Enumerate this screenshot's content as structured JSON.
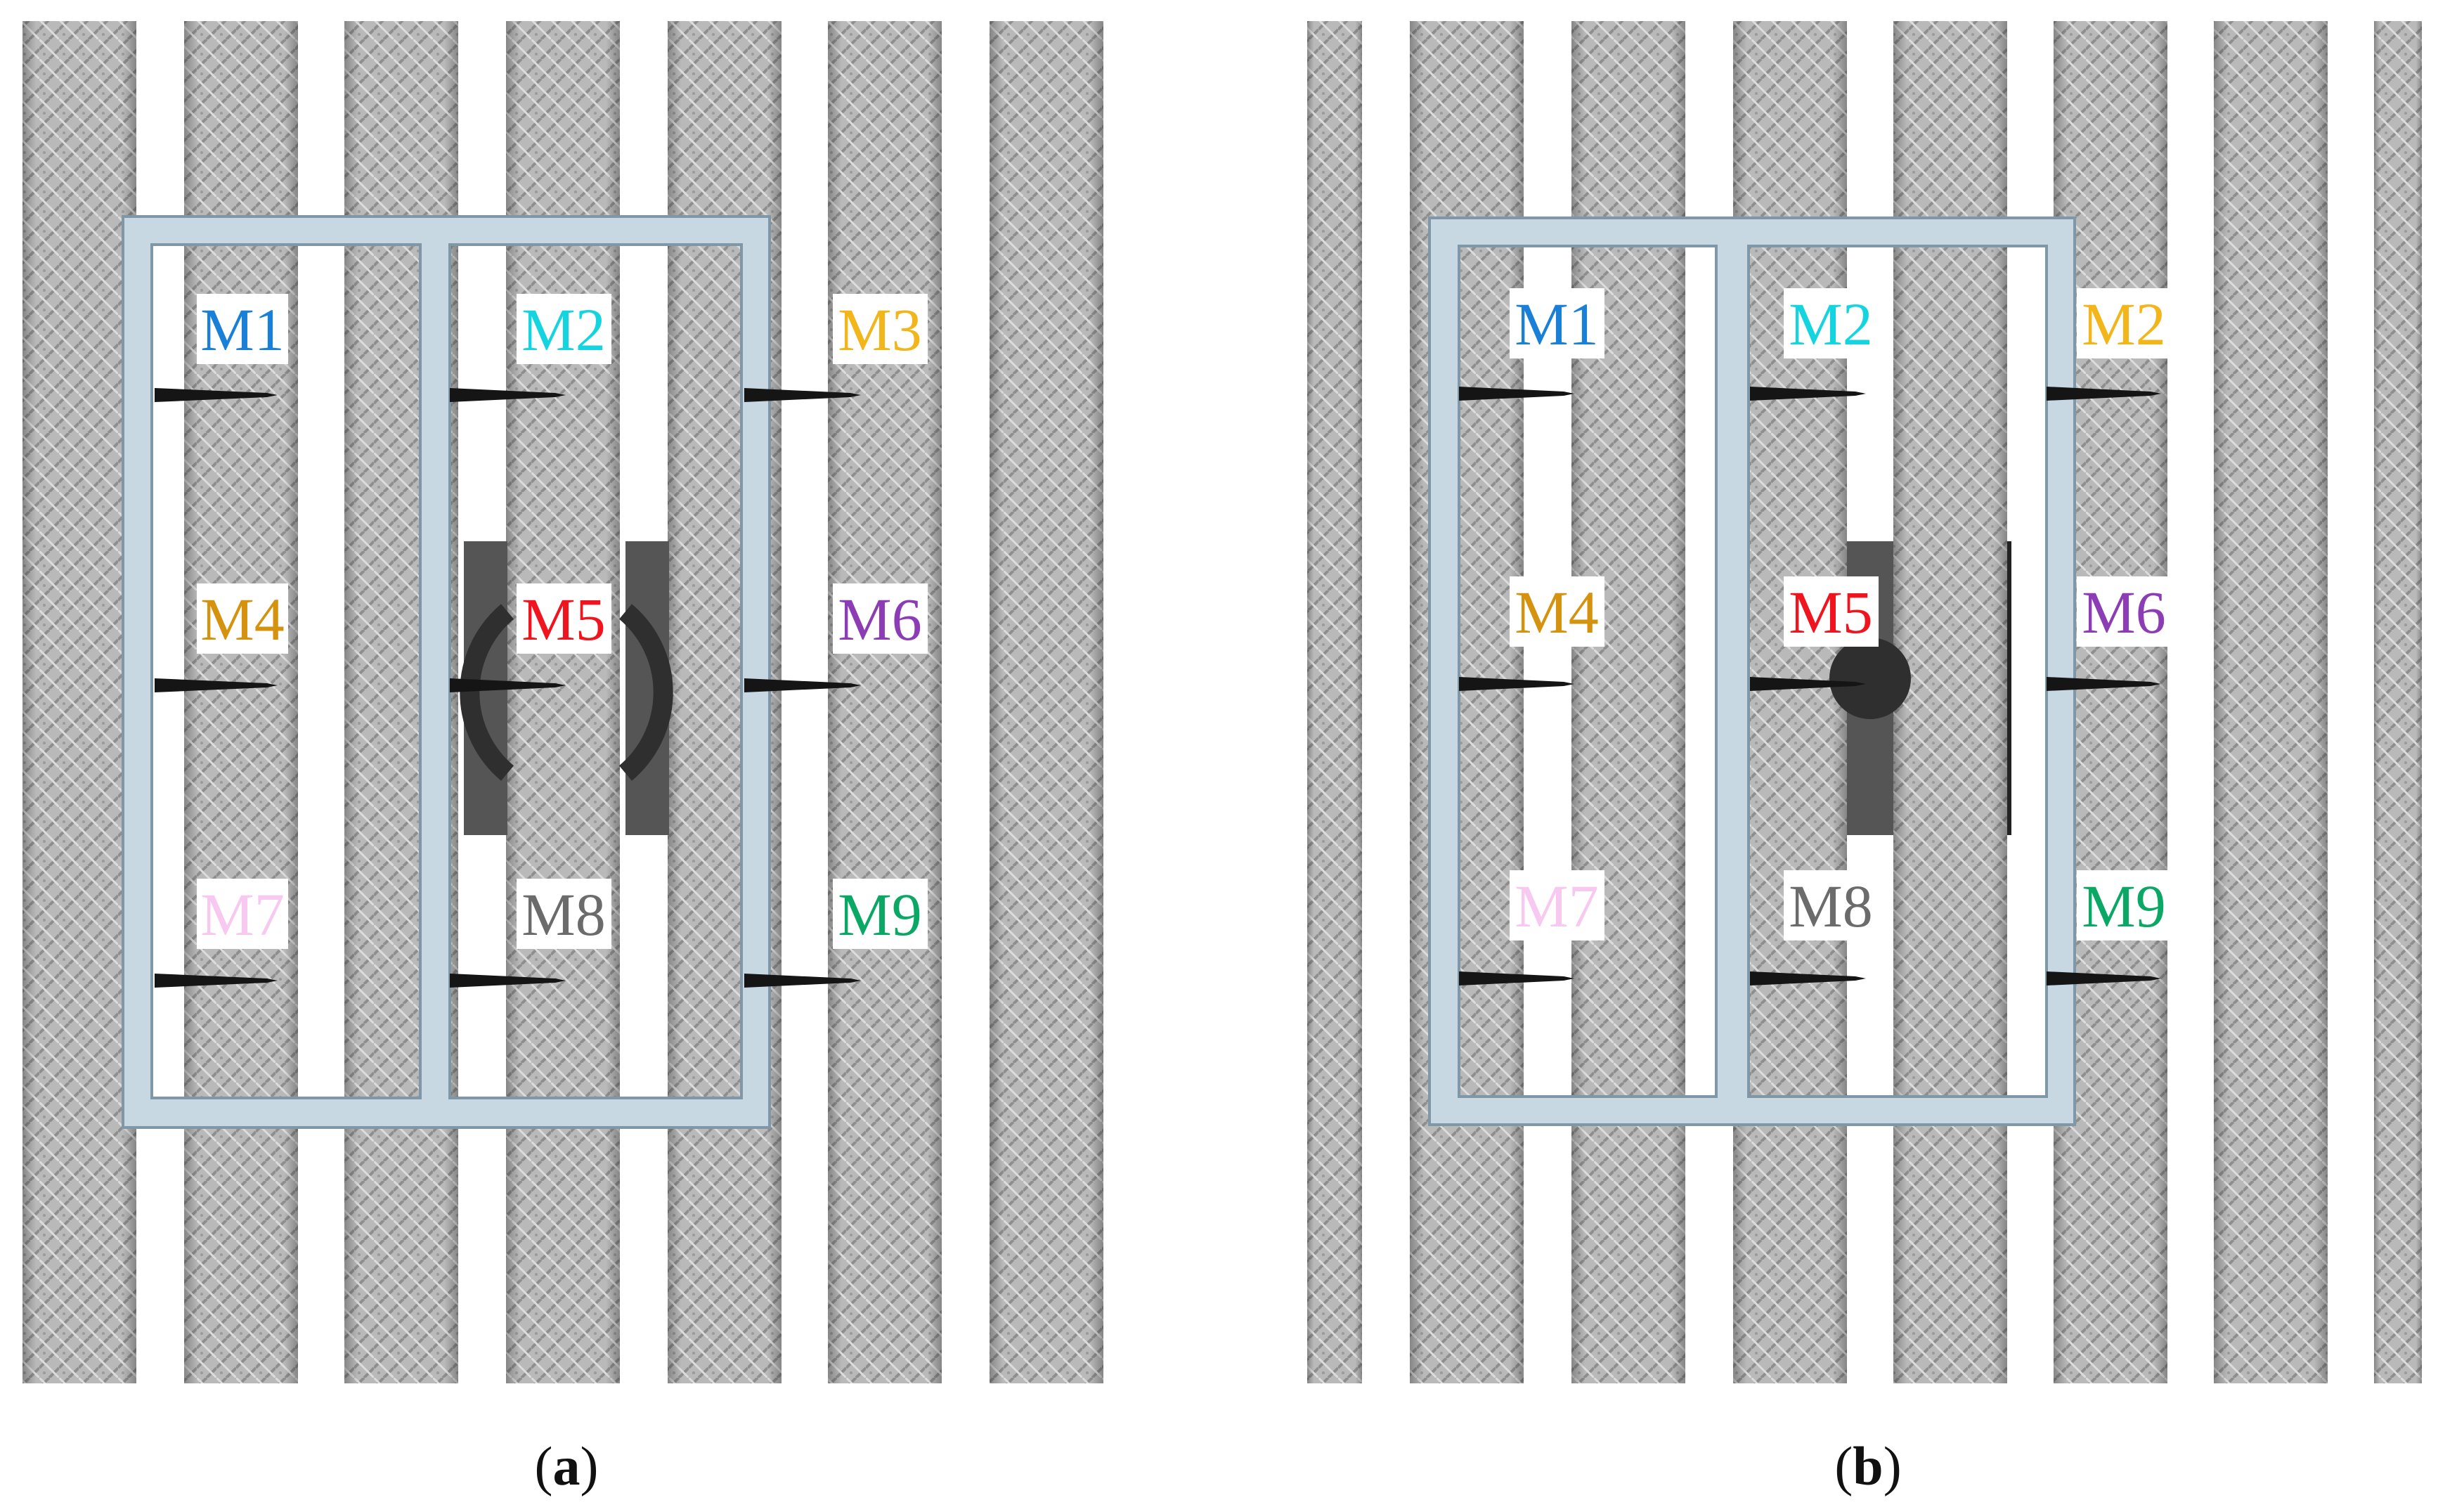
{
  "colors": {
    "background": "#ffffff",
    "frame": "#c8d8e2",
    "frame_edge": "#7f97a6",
    "column_fill": "#b9b9b9",
    "column_edge": "#6e6e6e",
    "anchor": "#151515",
    "device": "#555555",
    "device_dark": "#2f2f2f"
  },
  "panels": [
    {
      "id": "a",
      "caption_open": "(",
      "caption_letter": "a",
      "caption_close": ")",
      "sensors": [
        {
          "label": "M1",
          "color": "#1a7fd6"
        },
        {
          "label": "M2",
          "color": "#14d4e0"
        },
        {
          "label": "M3",
          "color": "#f2b51a"
        },
        {
          "label": "M4",
          "color": "#d4920e"
        },
        {
          "label": "M5",
          "color": "#f0141e"
        },
        {
          "label": "M6",
          "color": "#8c3cb4"
        },
        {
          "label": "M7",
          "color": "#f7c8f0"
        },
        {
          "label": "M8",
          "color": "#6b6b6b"
        },
        {
          "label": "M9",
          "color": "#0aa864"
        }
      ]
    },
    {
      "id": "b",
      "caption_open": "(",
      "caption_letter": "b",
      "caption_close": ")",
      "sensors": [
        {
          "label": "M1",
          "color": "#1a7fd6"
        },
        {
          "label": "M2",
          "color": "#14d4e0"
        },
        {
          "label": "M2",
          "color": "#f2b51a"
        },
        {
          "label": "M4",
          "color": "#d4920e"
        },
        {
          "label": "M5",
          "color": "#f0141e"
        },
        {
          "label": "M6",
          "color": "#8c3cb4"
        },
        {
          "label": "M7",
          "color": "#f7c8f0"
        },
        {
          "label": "M8",
          "color": "#6b6b6b"
        },
        {
          "label": "M9",
          "color": "#0aa864"
        }
      ]
    }
  ]
}
